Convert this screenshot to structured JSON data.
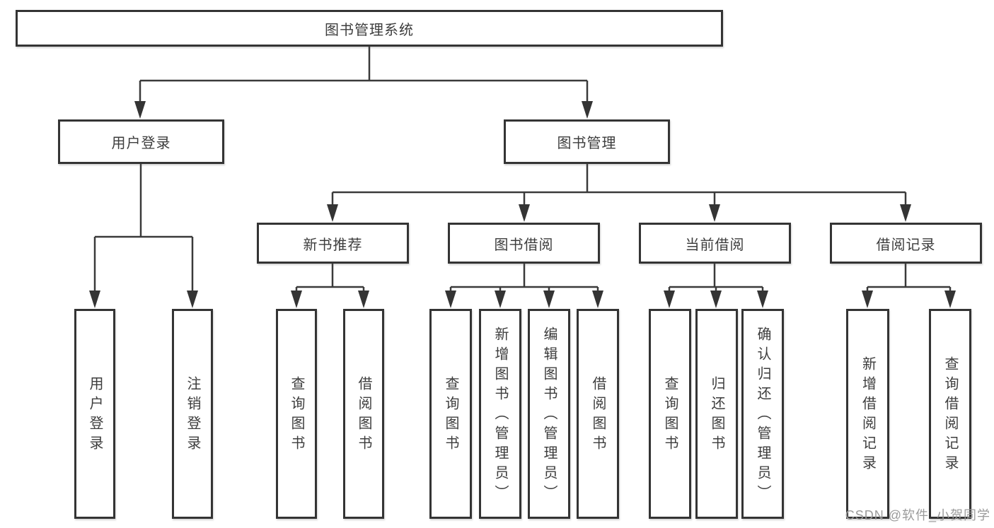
{
  "diagram": {
    "title": "图书管理系统",
    "root": {
      "label": "图书管理系统"
    },
    "level2": [
      {
        "label": "用户登录"
      },
      {
        "label": "图书管理"
      }
    ],
    "level3": [
      {
        "label": "新书推荐"
      },
      {
        "label": "图书借阅"
      },
      {
        "label": "当前借阅"
      },
      {
        "label": "借阅记录"
      }
    ],
    "leaves": {
      "user_login": [
        "用户登录",
        "注销登录"
      ],
      "new_book": [
        "查询图书",
        "借阅图书"
      ],
      "book_borrow": [
        "查询图书",
        "新增图书（管理员）",
        "编辑图书（管理员）",
        "借阅图书"
      ],
      "current_borrow": [
        "查询图书",
        "归还图书",
        "确认归还（管理员）"
      ],
      "borrow_record": [
        "新增借阅记录",
        "查询借阅记录"
      ]
    }
  },
  "watermark": {
    "text": "CSDN @软件_小贺同学"
  },
  "colors": {
    "line": "#3a3a3a",
    "box_border": "#343434",
    "text": "#3d3d3d",
    "watermark": "#9b9b9b",
    "background": "#ffffff"
  }
}
